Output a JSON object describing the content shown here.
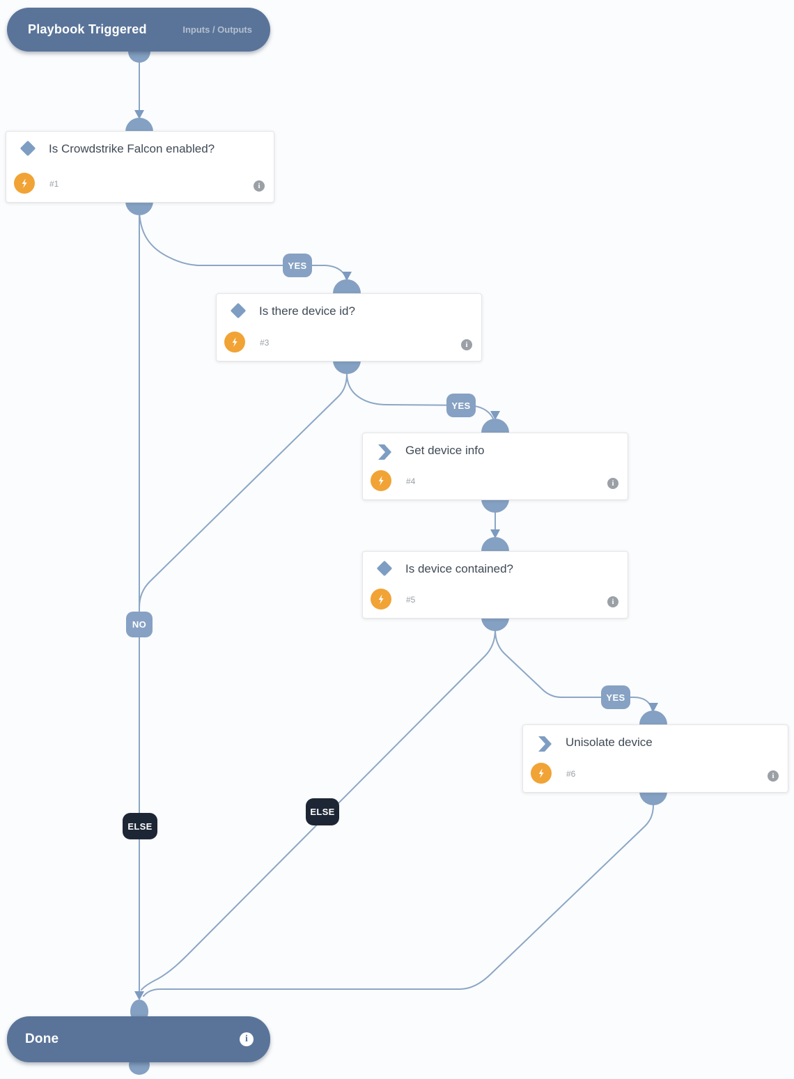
{
  "diagram": {
    "start": {
      "title": "Playbook Triggered",
      "link_label": "Inputs / Outputs"
    },
    "end": {
      "title": "Done",
      "info_glyph": "i"
    },
    "nodes": [
      {
        "title": "Is Crowdstrike Falcon enabled?",
        "number": "#1",
        "type": "condition"
      },
      {
        "title": "Is there device id?",
        "number": "#3",
        "type": "condition"
      },
      {
        "title": "Get device info",
        "number": "#4",
        "type": "action"
      },
      {
        "title": "Is device contained?",
        "number": "#5",
        "type": "condition"
      },
      {
        "title": "Unisolate device",
        "number": "#6",
        "type": "action"
      }
    ],
    "branch_labels": [
      {
        "text": "YES",
        "from": "#1"
      },
      {
        "text": "YES",
        "from": "#3"
      },
      {
        "text": "YES",
        "from": "#5"
      },
      {
        "text": "NO",
        "from": "#1"
      },
      {
        "text": "ELSE",
        "from": "#3"
      },
      {
        "text": "ELSE",
        "from": "#5"
      }
    ],
    "info_glyph": "i",
    "colors": {
      "terminal_bg": "#5a7499",
      "connector_dome": "#84a0c2",
      "edge_line": "#8ba6c6",
      "arrowhead": "#7d9abf",
      "branch_label_bg": "#86a1c3",
      "else_label_bg": "#1d2634",
      "bolt_badge_bg": "#f1a335",
      "card_border": "#e4e5e7",
      "title_text": "#3f4a55",
      "muted_text": "#9aa0a5",
      "start_link_text": "#b4bfd0"
    }
  }
}
